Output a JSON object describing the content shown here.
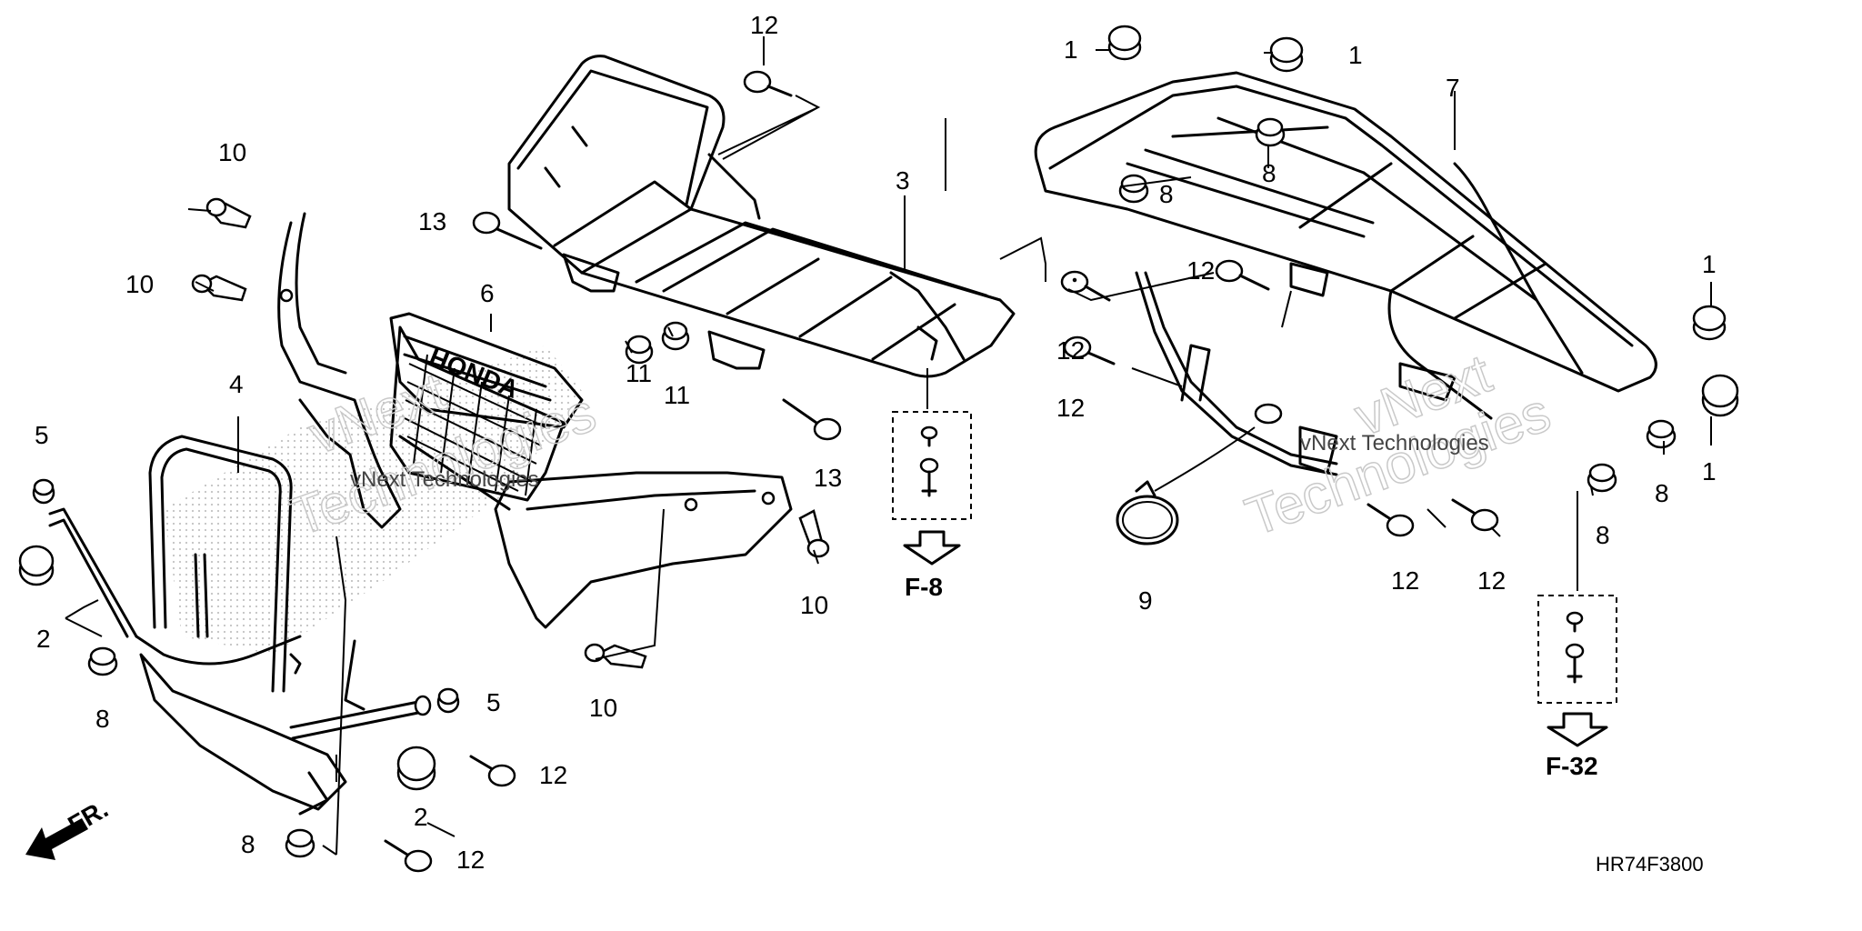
{
  "callouts": {
    "c1a": "1",
    "c1b": "1",
    "c1c": "1",
    "c1d": "1",
    "c2a": "2",
    "c2b": "2",
    "c3": "3",
    "c4": "4",
    "c5a": "5",
    "c5b": "5",
    "c6": "6",
    "c7": "7",
    "c8a": "8",
    "c8b": "8",
    "c8c": "8",
    "c8d": "8",
    "c8e": "8",
    "c8f": "8",
    "c9": "9",
    "c10a": "10",
    "c10b": "10",
    "c10c": "10",
    "c10d": "10",
    "c11a": "11",
    "c11b": "11",
    "c12a": "12",
    "c12b": "12",
    "c12c": "12",
    "c12d": "12",
    "c12e": "12",
    "c12f": "12",
    "c12g": "12",
    "c12h": "12",
    "c13a": "13",
    "c13b": "13"
  },
  "references": {
    "f8": "F-8",
    "f32": "F-32"
  },
  "direction_label": "FR.",
  "diagram_code": "HR74F3800",
  "watermarks": {
    "w1a": "vNext",
    "w1b": "Technologies",
    "w2a": "vNext Technologies",
    "w2b": "vNext",
    "w2c": "Technologies",
    "w3": "vNext Technologies"
  },
  "colors": {
    "ink": "#000000",
    "background": "#ffffff",
    "watermark": "#c9c9c9"
  }
}
